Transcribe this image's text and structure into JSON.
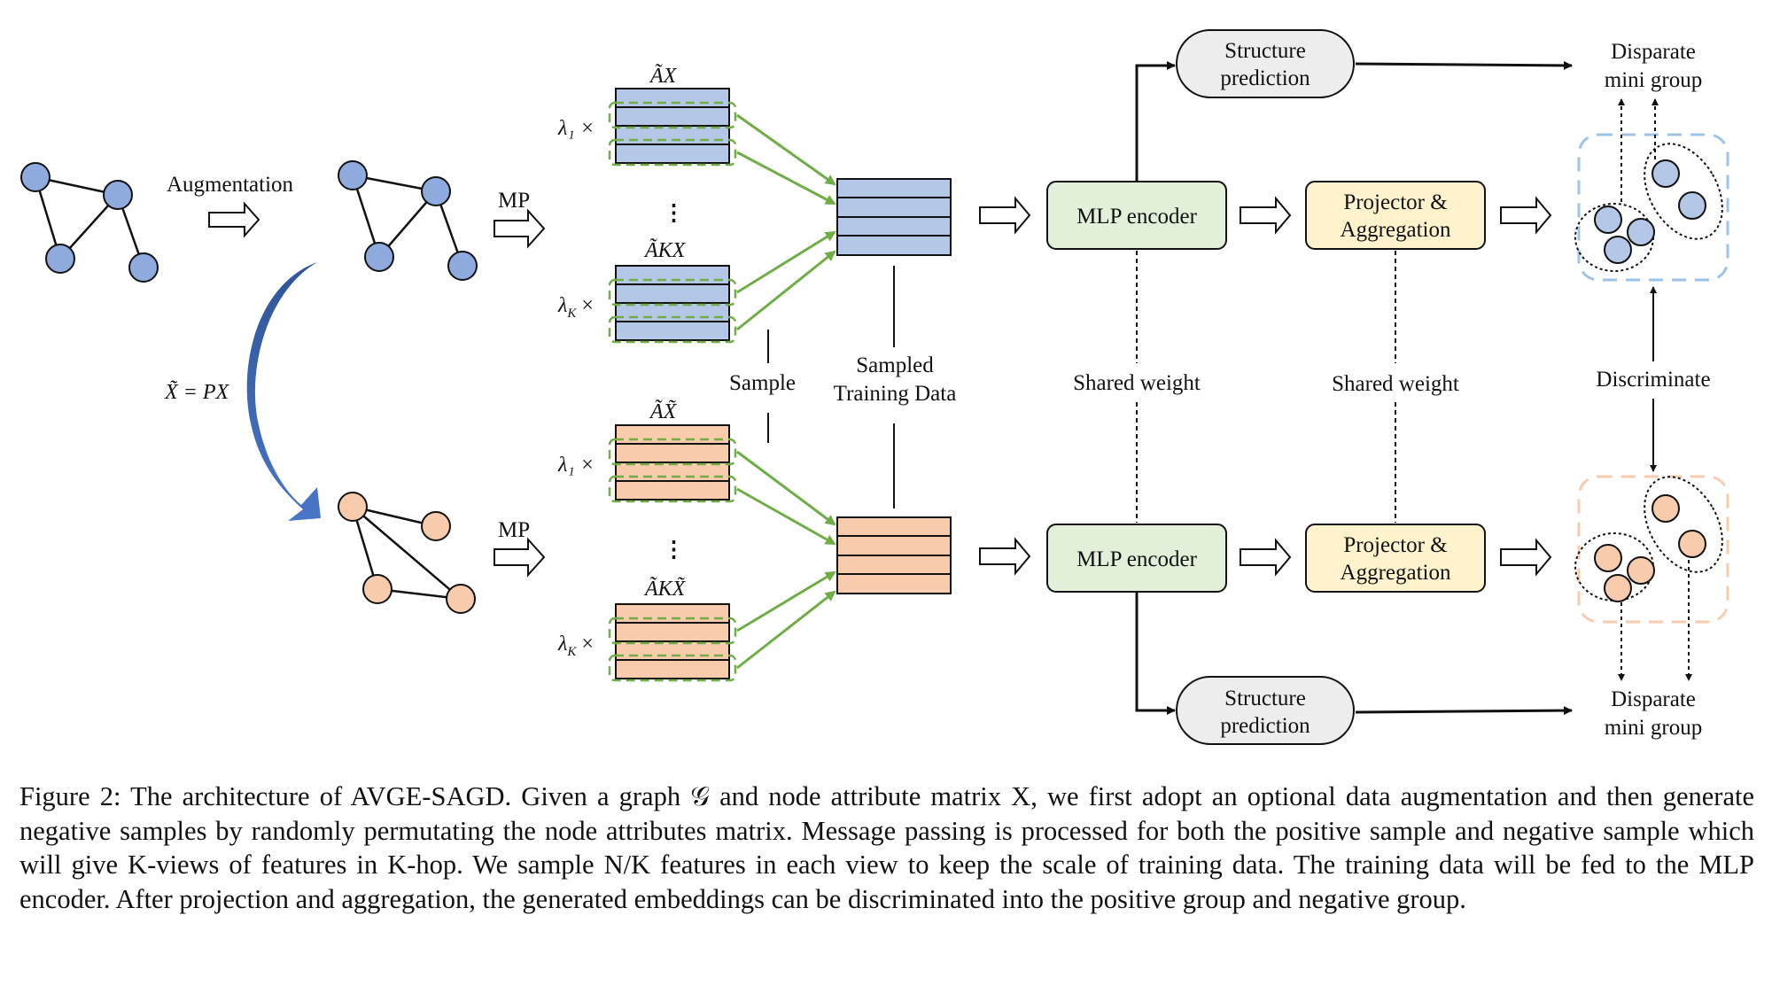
{
  "labels": {
    "augmentation": "Augmentation",
    "mp": "MP",
    "perm": "X̃ = PX",
    "sample": "Sample",
    "sampled_l1": "Sampled",
    "sampled_l2": "Training Data",
    "lambda1": "λ₁ ×",
    "lambdaK": "λ",
    "lambdaK_sub": "K",
    "times": "×",
    "ax": "ÃX",
    "akx": "ÃKX",
    "ax_neg": "ÃX̃",
    "akx_neg": "ÃKX̃",
    "dots": "⋮",
    "mlp_encoder": "MLP encoder",
    "projector_l1": "Projector &",
    "projector_l2": "Aggregation",
    "structure_l1": "Structure",
    "structure_l2": "prediction",
    "shared_weight": "Shared weight",
    "discriminate": "Discriminate",
    "disparate_l1": "Disparate",
    "disparate_l2": "mini group"
  },
  "caption": {
    "prefix": "Figure 2:",
    "text": "The architecture of AVGE-SAGD. Given a graph 𝒢 and node attribute matrix X, we first adopt an optional data augmentation and then generate negative samples by randomly permutating the node attributes matrix. Message passing is processed for both the positive sample and negative sample which will give K-views of features in K-hop. We sample N/K features in each view to keep the scale of training data. The training data will be fed to the MLP encoder. After projection and aggregation, the generated embeddings can be discriminated into the positive group and negative group."
  },
  "colors": {
    "positive_fill": "#b4c7e7",
    "positive_node": "#8faadc",
    "negative_fill": "#f8cbad",
    "negative_node": "#f8cbad",
    "encoder_fill": "#e2f0d9",
    "projector_fill": "#fff2cc",
    "structure_fill": "#ededed",
    "sample_arrow": "#70ad47",
    "curve_arrow": "#4472c4"
  }
}
